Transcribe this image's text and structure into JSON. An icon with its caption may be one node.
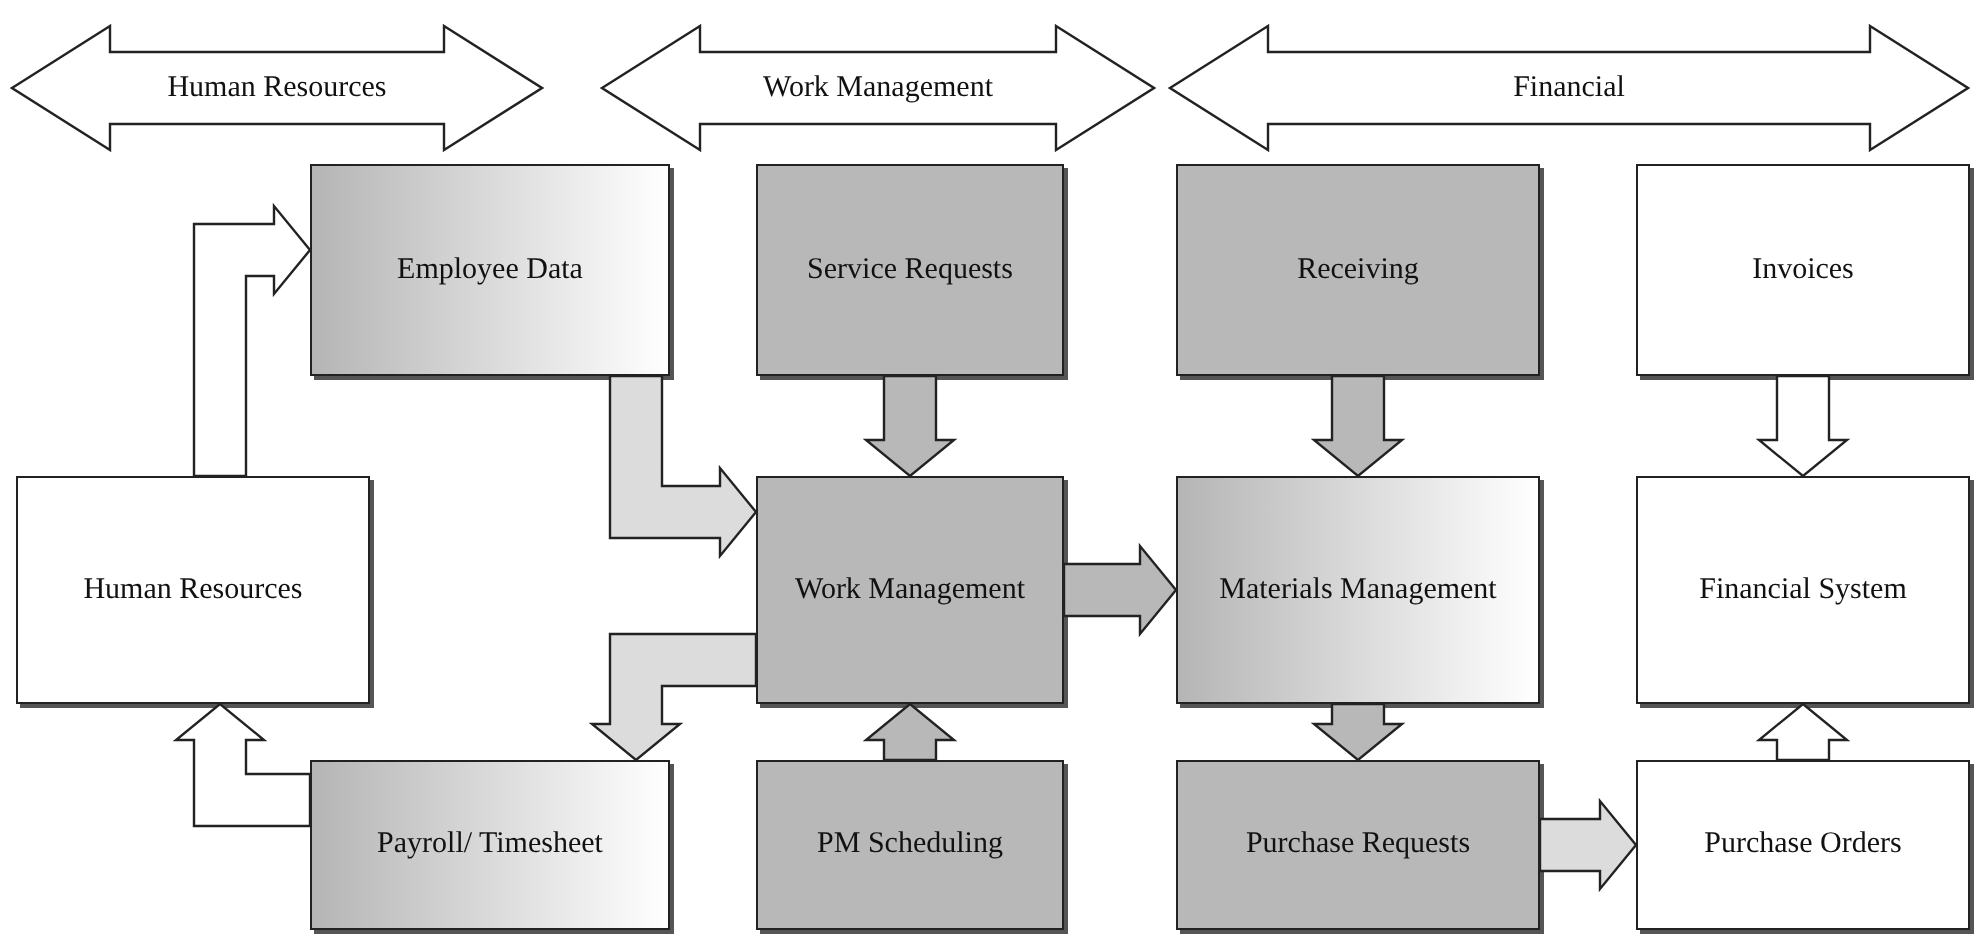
{
  "diagram": {
    "nodes": [
      {
        "text": [
          "Human Resources"
        ]
      },
      {
        "text": [
          "Work Management"
        ]
      },
      {
        "text": [
          "Financial"
        ]
      },
      {
        "text": [
          "Employee Data"
        ]
      },
      {
        "text": [
          "Service Requests"
        ]
      },
      {
        "text": [
          "Receiving"
        ]
      },
      {
        "text": [
          "Invoices"
        ]
      },
      {
        "text": [
          "Human Resources"
        ]
      },
      {
        "text": [
          "Work Management"
        ]
      },
      {
        "text": [
          "Materials Management"
        ]
      },
      {
        "text": [
          "Financial System"
        ]
      },
      {
        "text": [
          "Payroll/ Timesheet"
        ]
      },
      {
        "text": [
          "PM Scheduling"
        ]
      },
      {
        "text": [
          "Purchase Requests"
        ]
      },
      {
        "text": [
          "Purchase Orders"
        ]
      }
    ],
    "edges": [
      {
        "from": 7,
        "to": 3,
        "arrow": "to",
        "color": "#ffffff"
      },
      {
        "from": 3,
        "to": 8,
        "arrow": "to",
        "color": "#dcdcdc"
      },
      {
        "from": 4,
        "to": 8,
        "arrow": "to"
      },
      {
        "from": 8,
        "to": 11,
        "arrow": "to",
        "color": "#dcdcdc"
      },
      {
        "from": 11,
        "to": 7,
        "arrow": "to",
        "color": "#ffffff"
      },
      {
        "from": 12,
        "to": 8,
        "arrow": "to"
      },
      {
        "from": 8,
        "to": 9,
        "arrow": "to"
      },
      {
        "from": 5,
        "to": 9,
        "arrow": "to"
      },
      {
        "from": 9,
        "to": 13,
        "arrow": "to"
      },
      {
        "from": 13,
        "to": 14,
        "arrow": "to",
        "color": "#dcdcdc"
      },
      {
        "from": 6,
        "to": 10,
        "arrow": "to",
        "color": "#ffffff"
      },
      {
        "from": 14,
        "to": 10,
        "arrow": "to",
        "color": "#ffffff"
      }
    ]
  }
}
